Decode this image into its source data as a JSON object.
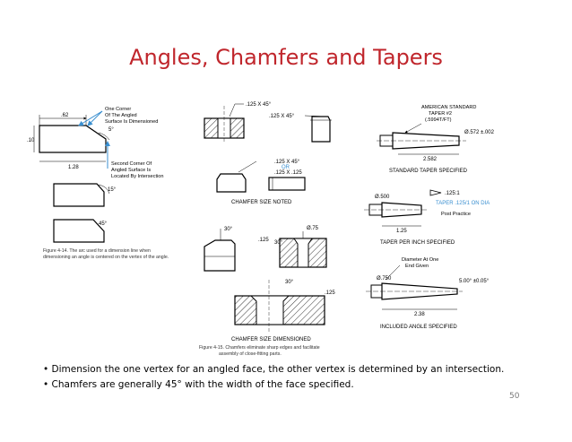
{
  "slide": {
    "title": "Angles, Chamfers and Tapers",
    "page_number": "50",
    "bullets": [
      "Dimension the one vertex for an angled face, the other vertex is determined by an intersection.",
      "Chamfers are generally 45° with the width of the face specified."
    ]
  },
  "fig_angles": {
    "dim_62": ".62",
    "dim_10": ".10",
    "dim_128": "1.28",
    "dim_5deg": "5°",
    "note_one_corner": [
      "One Corner",
      "Of The Angled",
      "Surface Is Dimensioned"
    ],
    "note_second_corner": [
      "Second Corner Of",
      "Angled Surface Is",
      "Located By Intersection"
    ],
    "dim_15deg": "15°",
    "dim_45deg": "45°",
    "caption": [
      "Figure 4-14. The arc used for a dimension line when",
      "dimensioning an angle is centered on the vertex of the angle."
    ]
  },
  "fig_chamfers": {
    "label_125x45_a": ".125 X 45°",
    "label_125x45_b": ".125 X 45°",
    "label_125x45_c": ".125 X 45°",
    "label_or": "OR",
    "label_125x125": ".125 X .125",
    "caption_noted": "CHAMFER SIZE NOTED",
    "dim_30_a": "30°",
    "dim_125_a": ".125",
    "dim_30_b": "30°",
    "dim_dia75": "Ø.75",
    "dim_30_c": "30°",
    "dim_125_b": ".125",
    "caption_dimensioned": "CHAMFER SIZE DIMENSIONED",
    "caption_fig": [
      "Figure 4-15. Chamfers eliminate sharp edges and facilitate",
      "assembly of close-fitting parts."
    ]
  },
  "fig_tapers": {
    "note_american": [
      "AMERICAN STANDARD",
      "TAPER #2",
      "(.5994T/FT)"
    ],
    "dim_dia572": "Ø.572 ±.002",
    "dim_2582": "2.582",
    "caption_standard": "STANDARD TAPER SPECIFIED",
    "dim_dia500": "Ø.500",
    "taper_ratio": ".125:1",
    "taper_note": "TAPER .125/1 ON DIA",
    "post_practice": "Post Practice",
    "dim_125": "1.25",
    "caption_per_inch": "TAPER PER INCH SPECIFIED",
    "dim_dia750": "Ø.750",
    "note_diameter": [
      "Diameter At One",
      "End Given"
    ],
    "dim_angle": "5.00° ±0.05°",
    "dim_238": "2.38",
    "caption_included": "INCLUDED ANGLE SPECIFIED"
  },
  "colors": {
    "title": "#c0262c",
    "leader_blue": "#3a8fd0",
    "page_number": "#7a7a7a"
  }
}
